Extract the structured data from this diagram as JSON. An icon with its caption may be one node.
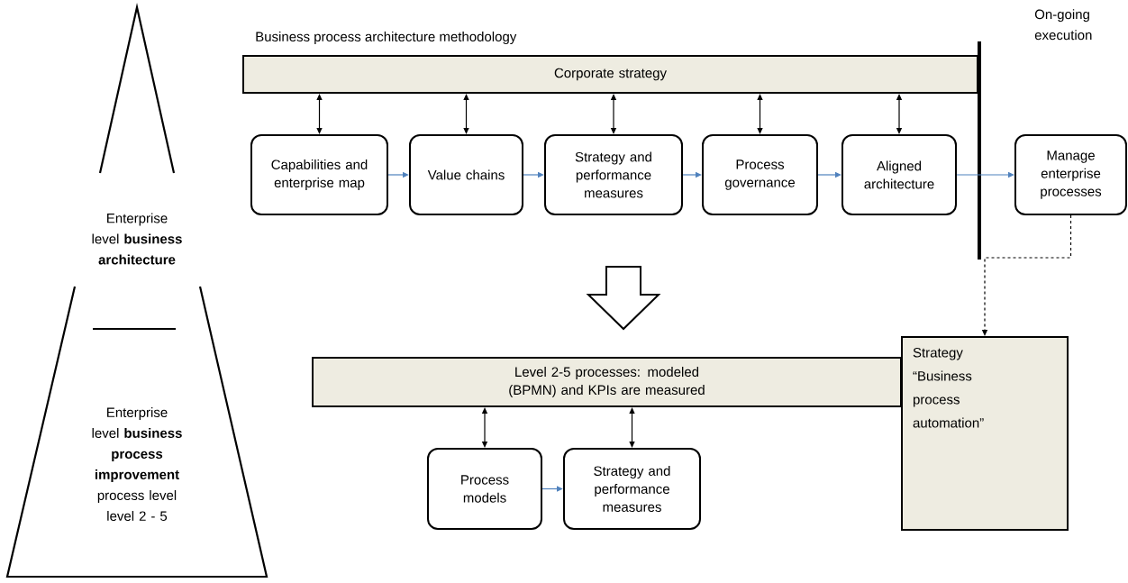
{
  "diagram": {
    "nodes": [
      {
        "text": [
          "Corporate strategy"
        ]
      },
      {
        "text": [
          "Capabilities and enterprise map"
        ]
      },
      {
        "text": [
          "Value chains"
        ]
      },
      {
        "text": [
          "Strategy and performance measures"
        ]
      },
      {
        "text": [
          "Process governance"
        ]
      },
      {
        "text": [
          "Aligned architecture"
        ]
      },
      {
        "text": [
          "Manage enterprise processes"
        ]
      },
      {
        "text": [
          "Level 2-5 processes: modeled (BPMN) and KPIs are measured"
        ]
      },
      {
        "text": [
          "Strategy “Business process automation”"
        ]
      },
      {
        "text": [
          "Process models"
        ]
      },
      {
        "text": [
          "Strategy and performance measures"
        ]
      },
      {
        "text": [
          "Enterprise level **business process improvement** process level level 2 - 5"
        ]
      }
    ],
    "edges": [
      {
        "from": 0,
        "to": 1,
        "arrow": "both"
      },
      {
        "from": 0,
        "to": 2,
        "arrow": "both"
      },
      {
        "from": 0,
        "to": 3,
        "arrow": "both"
      },
      {
        "from": 0,
        "to": 4,
        "arrow": "both"
      },
      {
        "from": 0,
        "to": 5,
        "arrow": "both"
      },
      {
        "from": 1,
        "to": 2,
        "arrow": "to",
        "color": "#4f81bd"
      },
      {
        "from": 2,
        "to": 3,
        "arrow": "to",
        "color": "#4f81bd"
      },
      {
        "from": 3,
        "to": 4,
        "arrow": "to",
        "color": "#4f81bd"
      },
      {
        "from": 4,
        "to": 5,
        "arrow": "to",
        "color": "#4f81bd"
      },
      {
        "from": 5,
        "to": 6,
        "arrow": "to",
        "color": "#4f81bd"
      },
      {
        "from": 6,
        "to": 8,
        "arrow": "to",
        "style": "dashed"
      },
      {
        "from": null,
        "to": 7,
        "arrow": "to",
        "style": "thick"
      },
      {
        "from": 7,
        "to": 9,
        "arrow": "both"
      },
      {
        "from": 7,
        "to": 10,
        "arrow": "both"
      },
      {
        "from": 9,
        "to": 10,
        "arrow": "to",
        "color": "#4f81bd"
      }
    ],
    "labels": [
      "Enterprise level **business architecture**",
      "Business process architecture methodology",
      "On-going execution"
    ]
  }
}
